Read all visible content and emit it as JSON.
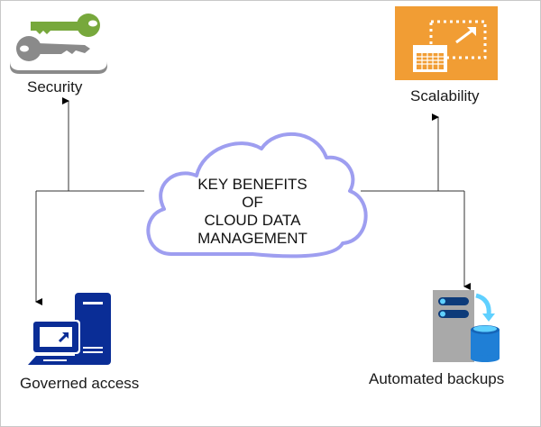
{
  "center": {
    "lines": [
      "KEY BENEFITS",
      "OF",
      "CLOUD DATA",
      "MANAGEMENT"
    ]
  },
  "benefits": {
    "security": {
      "label": "Security",
      "icon": "keys-icon"
    },
    "scalability": {
      "label": "Scalability",
      "icon": "scale-up-icon"
    },
    "governed_access": {
      "label": "Governed access",
      "icon": "computer-server-icon"
    },
    "automated_backups": {
      "label": "Automated backups",
      "icon": "server-database-backup-icon"
    }
  },
  "colors": {
    "cloud_stroke": "#9e9ef0",
    "key_green": "#77a83c",
    "key_gray": "#8a8a8a",
    "scalability_orange": "#f19d34",
    "access_blue": "#0a2d96",
    "backup_blue": "#1f7fd6",
    "server_gray": "#a9a9a9"
  }
}
